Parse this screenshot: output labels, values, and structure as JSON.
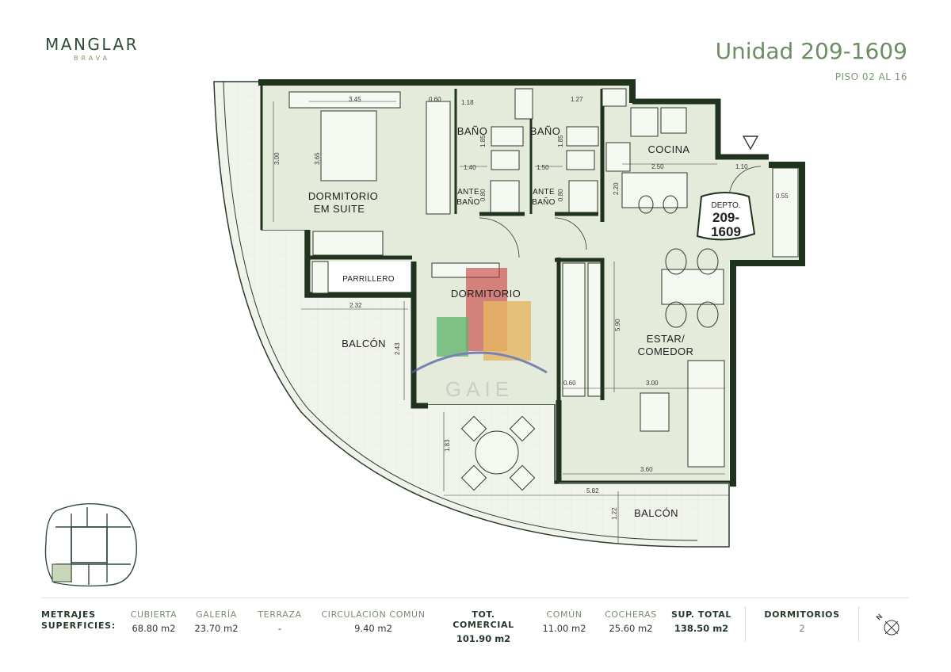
{
  "brand": {
    "name": "MANGLAR",
    "sub": "BRAVA"
  },
  "unit": {
    "title": "Unidad 209-1609",
    "floors": "PISO 02 AL 16"
  },
  "badge": {
    "line1": "DEPTO.",
    "line2": "209-",
    "line3": "1609"
  },
  "rooms": {
    "dormitorio_suite_1": "DORMITORIO",
    "dormitorio_suite_2": "EM SUITE",
    "bano_1": "BAÑO",
    "bano_2": "BAÑO",
    "antebano_1a": "ANTE",
    "antebano_1b": "BAÑO",
    "antebano_2a": "ANTE",
    "antebano_2b": "BAÑO",
    "cocina": "COCINA",
    "parrillero": "PARRILLERO",
    "dormitorio": "DORMITORIO",
    "estar_1": "ESTAR/",
    "estar_2": "COMEDOR",
    "balcon_1": "BALCÓN",
    "balcon_2": "BALCÓN"
  },
  "dimensions": {
    "d_345": "3.45",
    "d_060a": "0.60",
    "d_118": "1.18",
    "d_127": "1.27",
    "d_300a": "3.00",
    "d_365": "3.65",
    "d_185a": "1.85",
    "d_185b": "1.85",
    "d_140": "1.40",
    "d_150": "1.50",
    "d_080a": "0.80",
    "d_080b": "0.80",
    "d_250": "2.50",
    "d_110": "1.10",
    "d_220": "2.20",
    "d_055": "0.55",
    "d_232": "2.32",
    "d_243": "2.43",
    "d_590": "5.90",
    "d_060b": "0.60",
    "d_300b": "3.00",
    "d_183": "1.83",
    "d_360": "3.60",
    "d_582": "5.82",
    "d_122": "1.22"
  },
  "watermark": "GAIE",
  "footer": {
    "label_1": "METRAJES",
    "label_2": "SUPERFICIES:",
    "columns": [
      {
        "head": "CUBIERTA",
        "value": "68.80 m2"
      },
      {
        "head": "GALERÍA",
        "value": "23.70 m2"
      },
      {
        "head": "TERRAZA",
        "value": "-"
      },
      {
        "head": "CIRCULACIÓN COMÚN",
        "value": "9.40 m2"
      },
      {
        "head": "TOT. COMERCIAL",
        "value": "101.90 m2"
      },
      {
        "head": "COMÚN",
        "value": "11.00 m2"
      },
      {
        "head": "COCHERAS",
        "value": "25.60 m2"
      },
      {
        "head": "SUP. TOTAL",
        "value": "138.50 m2"
      }
    ],
    "bedrooms": {
      "head": "DORMITORIOS",
      "value": "2"
    }
  },
  "compass": {
    "label": "N"
  },
  "colors": {
    "wall": "#20331f",
    "interior": "#e4ebdb",
    "balcony": "#f0f4ea",
    "accent": "#6d8d64"
  }
}
